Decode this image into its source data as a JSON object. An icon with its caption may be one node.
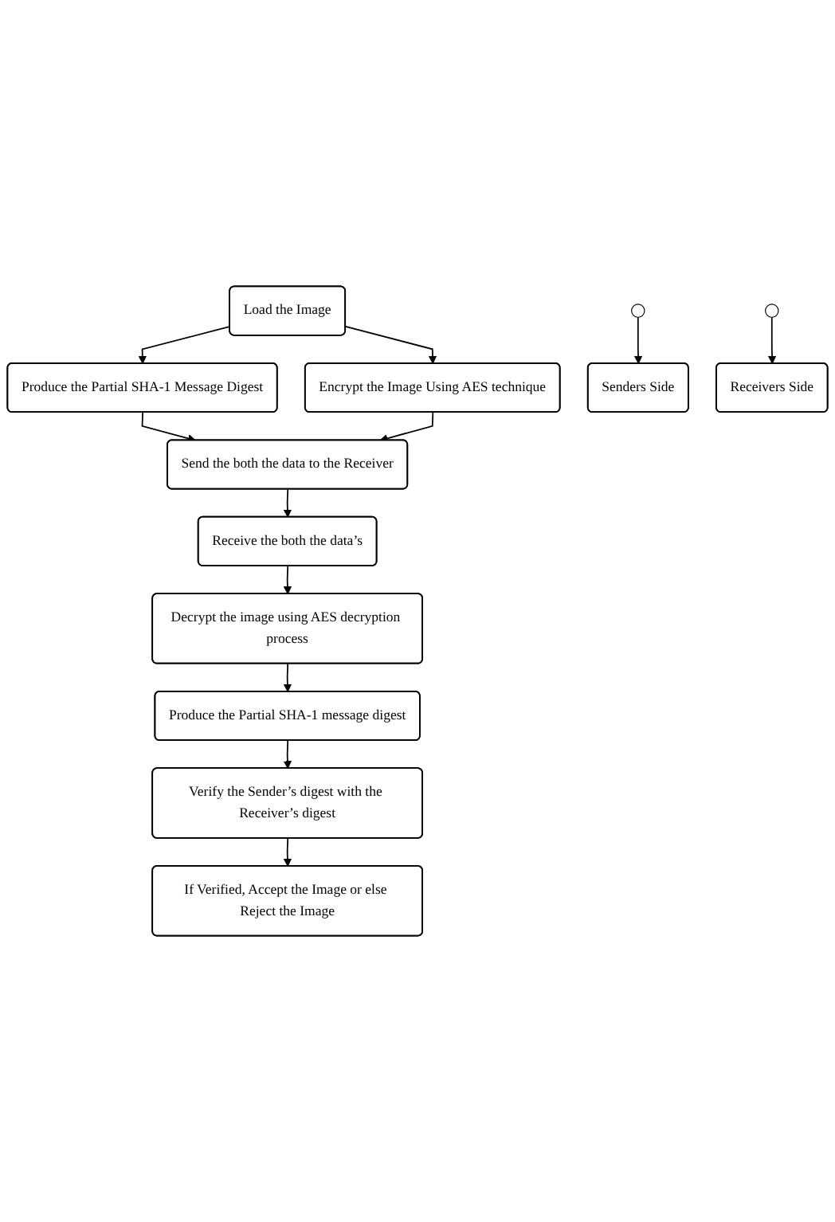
{
  "diagram": {
    "nodes": [
      {
        "text": [
          "Load the Image"
        ]
      },
      {
        "text": [
          "Produce the Partial SHA-1 Message Digest"
        ]
      },
      {
        "text": [
          "Encrypt the Image Using AES technique"
        ]
      },
      {
        "text": [
          "Send the both the data to the Receiver"
        ]
      },
      {
        "text": [
          "Senders Side"
        ]
      },
      {
        "text": [
          "Receive the both the data’s"
        ]
      },
      {
        "text": [
          "Decrypt the image using AES decryption process"
        ]
      },
      {
        "text": [
          "Produce the Partial SHA-1 message digest"
        ]
      },
      {
        "text": [
          "Verify the Sender’s digest with the Receiver’s digest"
        ]
      },
      {
        "text": [
          "If Verified, Accept the Image or else Reject the Image"
        ]
      },
      {
        "text": [
          "Receivers Side"
        ]
      }
    ],
    "edges": [
      {
        "from": 0,
        "to": 1,
        "arrow": "to"
      },
      {
        "from": 0,
        "to": 2,
        "arrow": "to"
      },
      {
        "from": 1,
        "to": 3,
        "arrow": "to"
      },
      {
        "from": 2,
        "to": 3,
        "arrow": "to"
      },
      {
        "from": null,
        "to": 4,
        "arrow": "to"
      },
      {
        "from": 3,
        "to": 5,
        "arrow": "to"
      },
      {
        "from": 5,
        "to": 6,
        "arrow": "to"
      },
      {
        "from": 6,
        "to": 7,
        "arrow": "to"
      },
      {
        "from": 7,
        "to": 8,
        "arrow": "to"
      },
      {
        "from": 8,
        "to": 9,
        "arrow": "to"
      },
      {
        "from": null,
        "to": 10,
        "arrow": "to"
      }
    ]
  }
}
